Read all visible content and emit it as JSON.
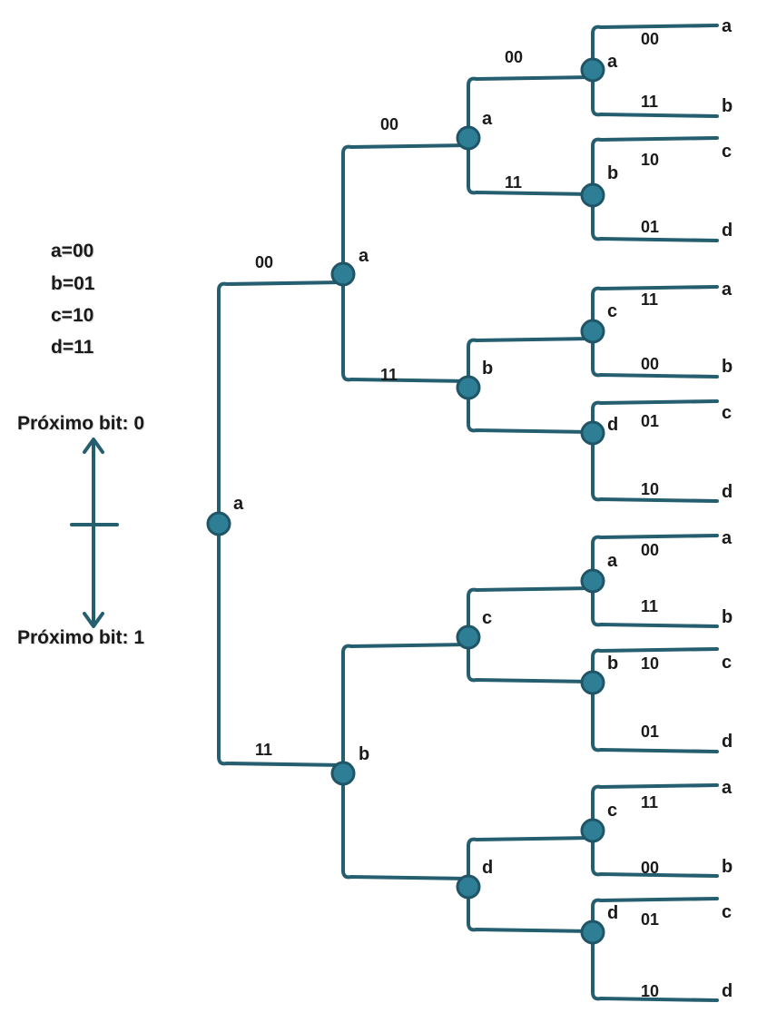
{
  "legend": {
    "items": [
      "a=00",
      "b=01",
      "c=10",
      "d=11"
    ]
  },
  "bit_indicator": {
    "top_label": "Próximo bit: 0",
    "bottom_label": "Próximo bit: 1"
  },
  "tree": {
    "root": "a",
    "level1": [
      {
        "edge": "00",
        "state": "a"
      },
      {
        "edge": "11",
        "state": "b"
      }
    ],
    "level2": [
      {
        "edge": "00",
        "state": "a"
      },
      {
        "edge": "11",
        "state": "b"
      },
      {
        "edge": "",
        "state": "c"
      },
      {
        "edge": "",
        "state": "d"
      }
    ],
    "level3": [
      {
        "edge": "00",
        "state": "a"
      },
      {
        "edge": "11",
        "state": "b"
      },
      {
        "edge": "",
        "state": "c"
      },
      {
        "edge": "",
        "state": "d"
      },
      {
        "edge": "",
        "state": "a"
      },
      {
        "edge": "",
        "state": "b"
      },
      {
        "edge": "",
        "state": "c"
      },
      {
        "edge": "",
        "state": "d"
      }
    ],
    "level4": [
      {
        "edge": "00",
        "state": "a"
      },
      {
        "edge": "11",
        "state": "b"
      },
      {
        "edge": "10",
        "state": "c"
      },
      {
        "edge": "01",
        "state": "d"
      },
      {
        "edge": "11",
        "state": "a"
      },
      {
        "edge": "00",
        "state": "b"
      },
      {
        "edge": "01",
        "state": "c"
      },
      {
        "edge": "10",
        "state": "d"
      },
      {
        "edge": "00",
        "state": "a"
      },
      {
        "edge": "11",
        "state": "b"
      },
      {
        "edge": "10",
        "state": "c"
      },
      {
        "edge": "01",
        "state": "d"
      },
      {
        "edge": "11",
        "state": "a"
      },
      {
        "edge": "00",
        "state": "b"
      },
      {
        "edge": "01",
        "state": "c"
      },
      {
        "edge": "10",
        "state": "d"
      }
    ]
  },
  "colors": {
    "line": "#255e6f",
    "node_fill": "#2e7f95",
    "node_stroke": "#1f5566",
    "arrow": "#255e6f"
  }
}
